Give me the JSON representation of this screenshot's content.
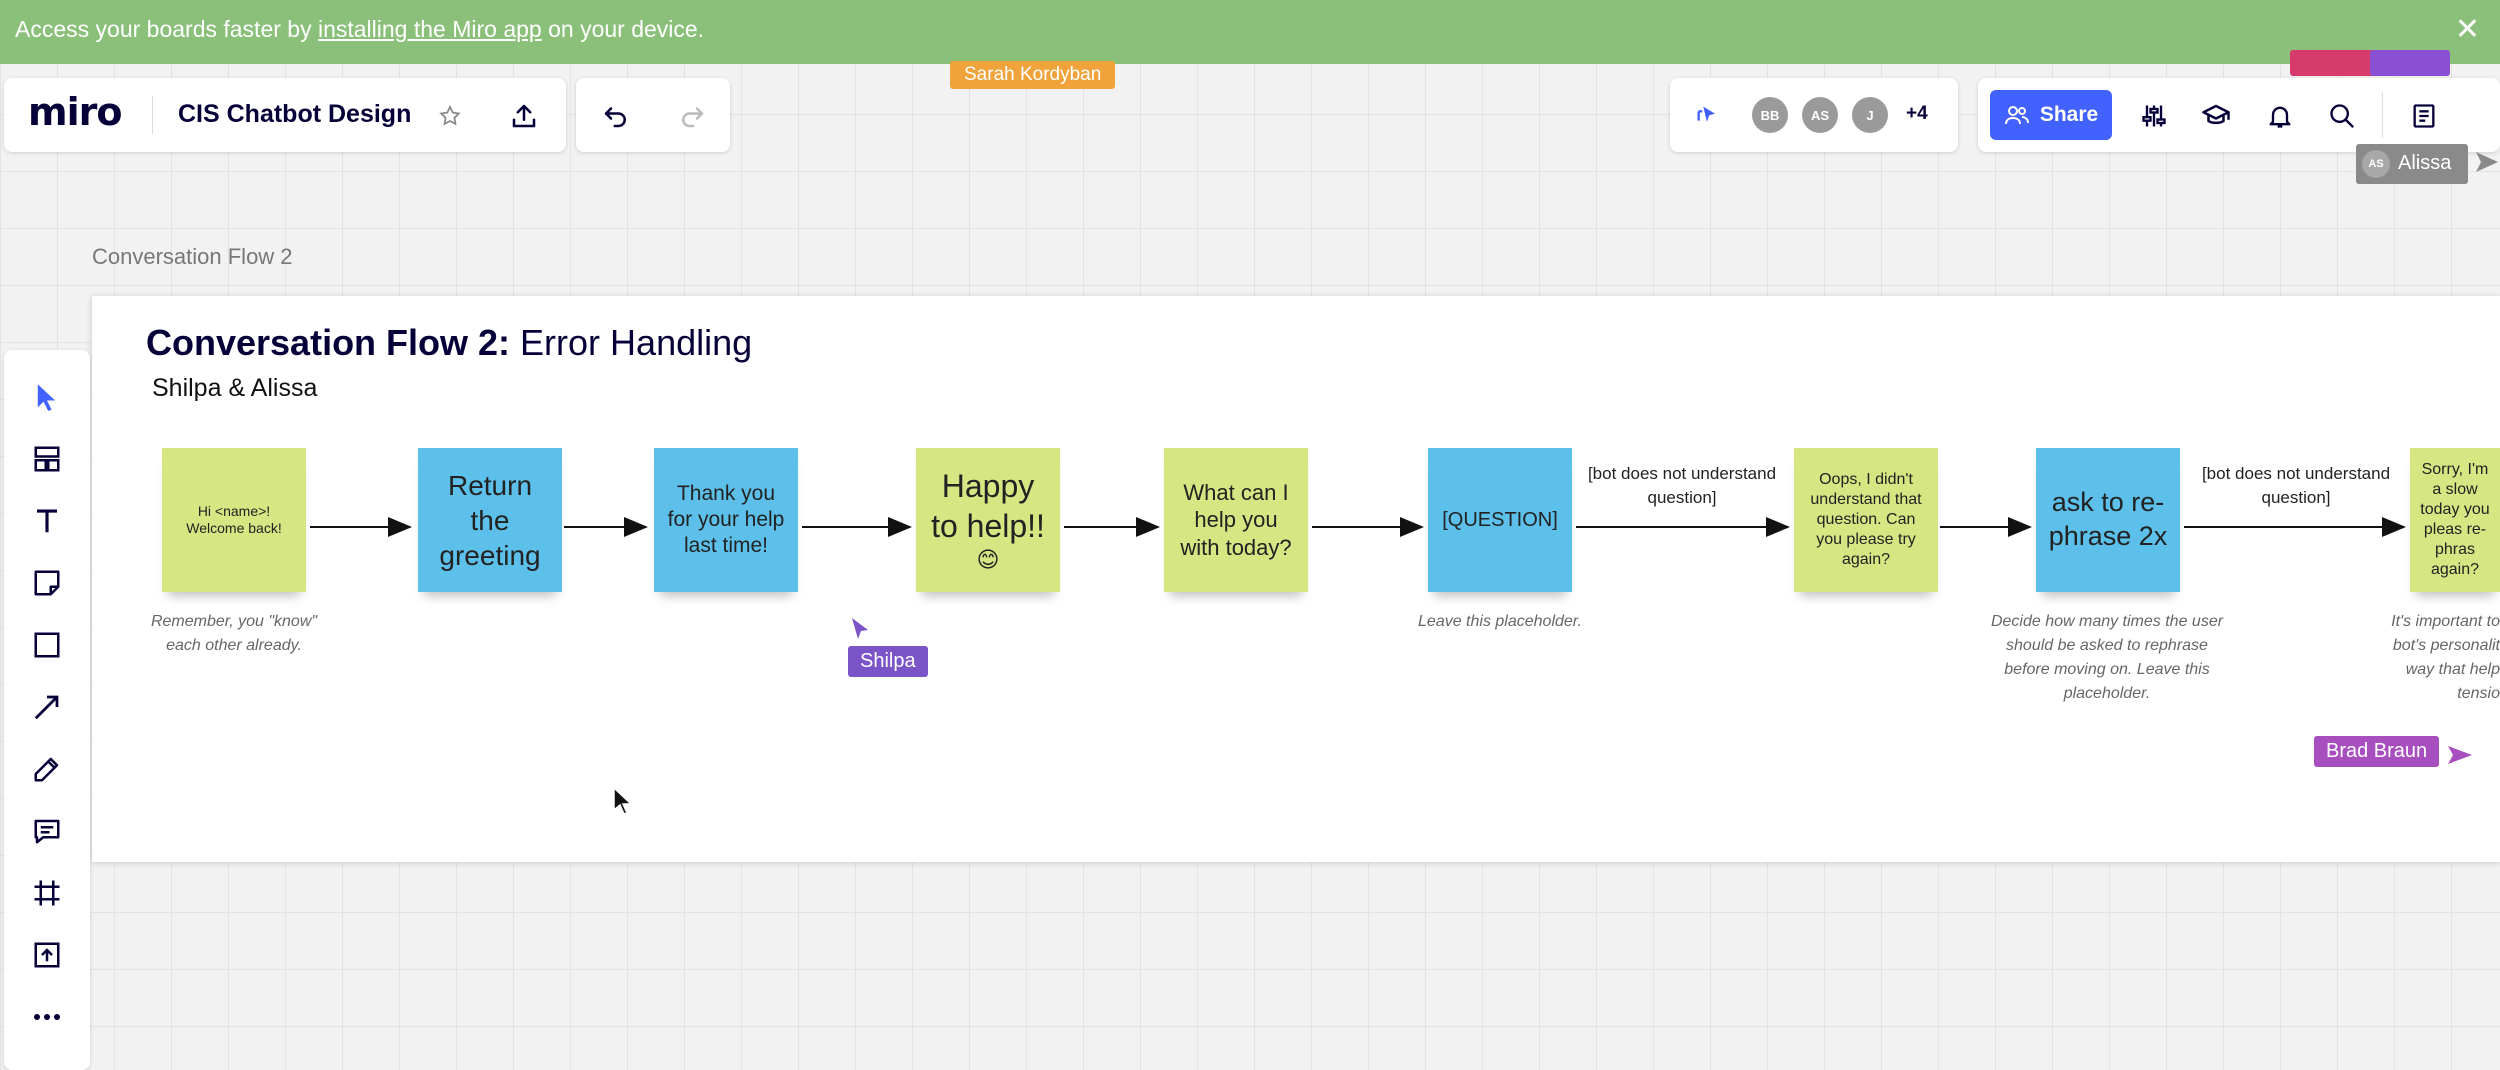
{
  "banner": {
    "prefix": "Access your boards faster by ",
    "link": "installing the Miro app",
    "suffix": " on your device."
  },
  "app": {
    "logo": "miro",
    "board_title": "CIS Chatbot Design"
  },
  "collab": {
    "avatars": [
      "BB",
      "AS",
      "J"
    ],
    "more": "+4",
    "share": "Share"
  },
  "cursors": {
    "sarah": "Sarah Kordyban",
    "alissa": "Alissa",
    "alissa_avatar": "AS",
    "shilpa": "Shilpa",
    "brad": "Brad Braun"
  },
  "frame": {
    "label": "Conversation Flow 2",
    "title_bold": "Conversation Flow 2:",
    "title_rest": " Error Handling",
    "subtitle": "Shilpa & Alissa"
  },
  "notes": [
    "Hi <name>! Welcome back!",
    "Return the greeting",
    "Thank you for your help last time!",
    "Happy to help!!",
    "What can I help you with today?",
    "[QUESTION]",
    "Oops, I didn't understand that question. Can you please try again?",
    "ask to re-phrase 2x",
    "Sorry, I'm a slow today you pleas re-phras again?"
  ],
  "emoji": "😊",
  "arrow_labels": [
    "[bot does not understand question]",
    "[bot does not understand question]"
  ],
  "captions": [
    "Remember, you \"know\" each other already.",
    "Leave this placeholder.",
    "Decide how many times the user should be asked to rephrase before moving on. Leave this placeholder.",
    "It's important to bot's personalit way that help tensio"
  ],
  "colors": {
    "banner": "#8bc07a",
    "note_green": "#d5e683",
    "note_blue": "#5cc0ea",
    "share": "#4262ff"
  },
  "icons": [
    "close-icon",
    "star-icon",
    "upload-icon",
    "undo-icon",
    "redo-icon",
    "cursor-sync-icon",
    "settings-sliders-icon",
    "learning-cap-icon",
    "bell-icon",
    "search-icon",
    "notes-list-icon",
    "select-icon",
    "templates-icon",
    "text-icon",
    "sticky-note-icon",
    "shape-icon",
    "line-arrow-icon",
    "pen-icon",
    "comment-icon",
    "frame-icon",
    "upload-tool-icon",
    "more-icon"
  ]
}
